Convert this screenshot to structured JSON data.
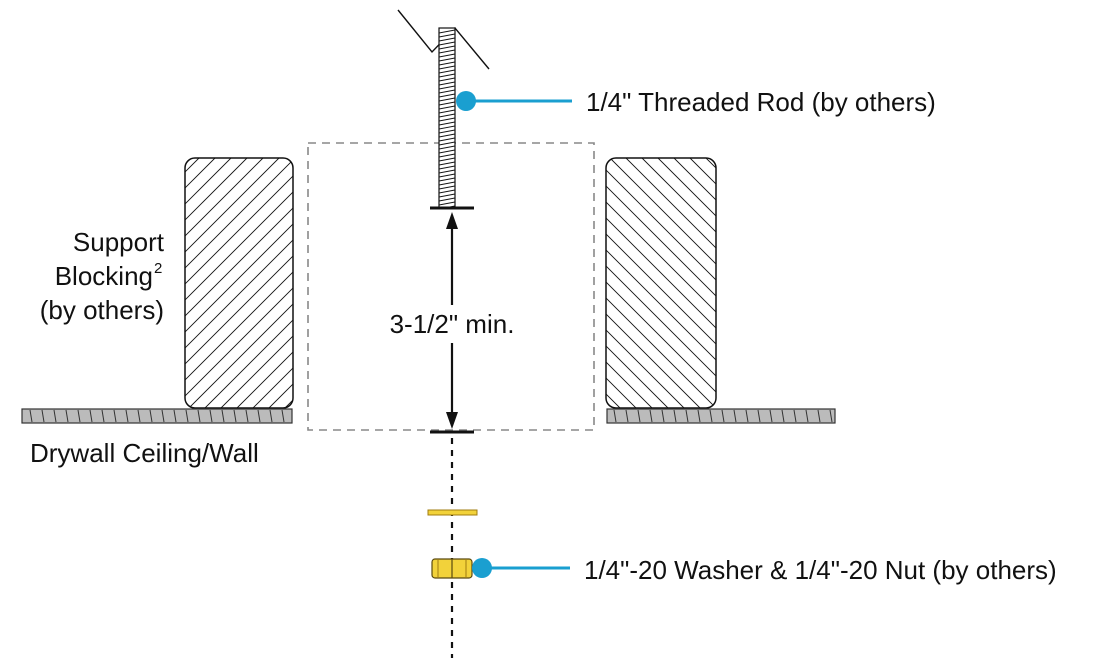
{
  "labels": {
    "threaded_rod": "1/4\" Threaded Rod (by others)",
    "support_blocking_line1": "Support",
    "support_blocking_line2": "Blocking",
    "support_blocking_sup": "2",
    "support_blocking_line3": "(by others)",
    "drywall": "Drywall Ceiling/Wall",
    "dimension": "3-1/2\" min.",
    "washer_nut": "1/4\"-20 Washer & 1/4\"-20 Nut (by others)"
  },
  "colors": {
    "callout": "#1a9fd0",
    "hardware_fill": "#f2d23a",
    "hardware_stroke": "#a07c10",
    "line": "#111111",
    "drywall_fill": "#bbbbbb",
    "dashed_box": "#888888"
  }
}
